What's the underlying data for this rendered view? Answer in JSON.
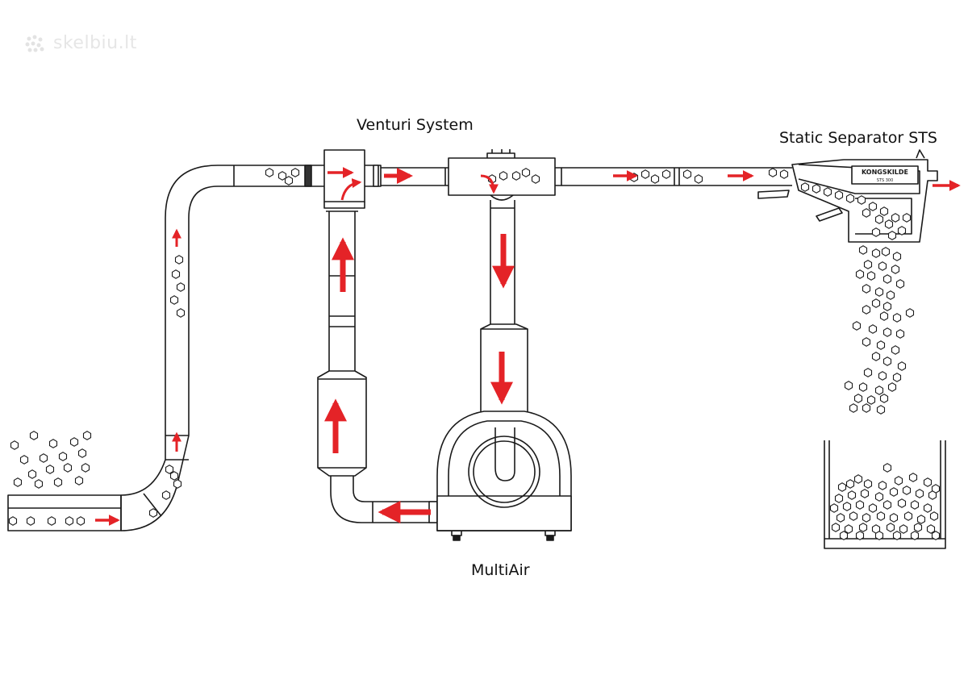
{
  "watermark": "skelbiu.lt",
  "labels": {
    "venturi": "Venturi System",
    "separator": "Static Separator STS",
    "multiair": "MultiAir"
  },
  "separator_brand": "KONGSKILDE",
  "separator_subtext": "STS 300",
  "colors": {
    "arrow": "#e42327",
    "line": "#1a1a1a",
    "watermark": "#e6e6e6"
  }
}
